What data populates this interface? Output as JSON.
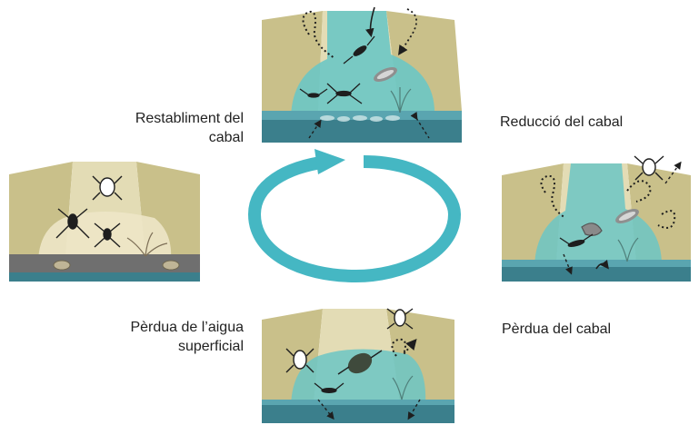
{
  "labels": {
    "restabliment": [
      "Restabliment del",
      "cabal"
    ],
    "reduccio": "Reducció del cabal",
    "perdua_aigua": [
      "Pèrdua de l’aigua",
      "superficial"
    ],
    "perdua_cabal": "Pèrdua del cabal"
  },
  "colors": {
    "bank": "#c9c08a",
    "bank_dark": "#b3aa73",
    "channel_light": "#e3dcb5",
    "water": "#6cc6c4",
    "water_deep": "#3f8f9a",
    "bed_wet": "#3b7f8c",
    "bed_dry": "#6f6f6f",
    "cycle_arrow": "#45b7c3",
    "insect": "#1e1e1e"
  },
  "panels": [
    {
      "id": "restabliment",
      "state": "full-water",
      "icons": [
        "water-strider-icon",
        "mayfly-nymph-icon",
        "caddisfly-larva-icon",
        "aquatic-plant-icon",
        "flying-insect-icon"
      ]
    },
    {
      "id": "reduccio",
      "state": "reduced-water",
      "icons": [
        "water-strider-icon",
        "shrimp-icon",
        "caddisfly-larva-icon",
        "aquatic-plant-icon",
        "flying-insect-icon"
      ]
    },
    {
      "id": "perdua_cabal",
      "state": "pools",
      "icons": [
        "diving-beetle-icon",
        "beetle-icon",
        "water-strider-icon",
        "aquatic-plant-icon"
      ]
    },
    {
      "id": "perdua_aigua",
      "state": "dry",
      "icons": [
        "beetle-icon",
        "spider-icon",
        "snail-shell-icon",
        "dry-plant-icon"
      ]
    }
  ]
}
